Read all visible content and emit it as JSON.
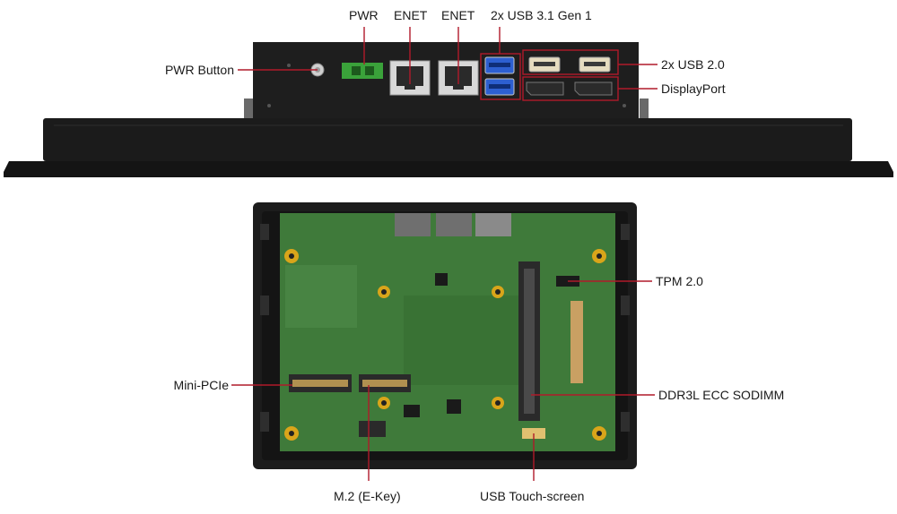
{
  "labels": {
    "pwr": "PWR",
    "enet1": "ENET",
    "enet2": "ENET",
    "usb31": "2x USB 3.1 Gen 1",
    "pwr_button": "PWR Button",
    "usb20": "2x USB 2.0",
    "displayport": "DisplayPort",
    "tpm": "TPM 2.0",
    "mini_pcie": "Mini-PCIe",
    "ddr": "DDR3L ECC SODIMM",
    "m2": "M.2 (E-Key)",
    "usb_touch": "USB Touch-screen"
  },
  "colors": {
    "callout": "#b01a2a",
    "chassis": "#1b1b1b",
    "pcb": "#3f7a3a",
    "usb3_blue": "#2d5fd1",
    "terminal_green": "#3aa23a",
    "gold": "#d9a51a"
  }
}
